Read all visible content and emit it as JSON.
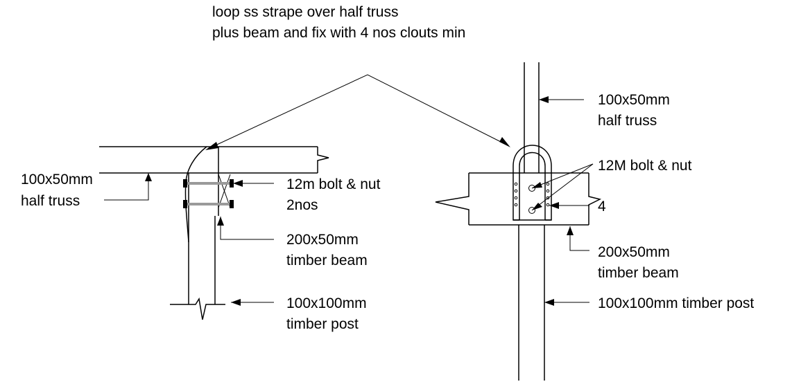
{
  "labels": {
    "top_note_line1": "loop ss strape over half truss",
    "top_note_line2": "plus beam and fix with 4 nos clouts min",
    "left_truss_line1": "100x50mm",
    "left_truss_line2": "half truss",
    "left_bolt_line1": "12m bolt & nut",
    "left_bolt_line2": "2nos",
    "left_beam_line1": "200x50mm",
    "left_beam_line2": "timber beam",
    "left_post_line1": "100x100mm",
    "left_post_line2": "timber post",
    "right_truss_line1": "100x50mm",
    "right_truss_line2": "half truss",
    "right_bolt": "12M bolt & nut",
    "right_count": "4",
    "right_beam_line1": "200x50mm",
    "right_beam_line2": "timber beam",
    "right_post": "100x100mm timber post"
  }
}
